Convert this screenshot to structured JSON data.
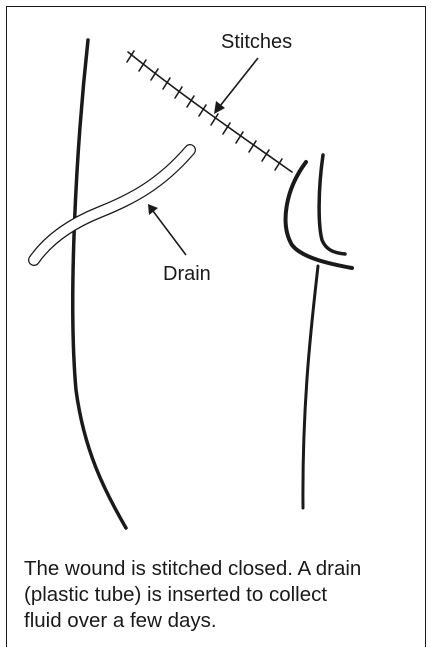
{
  "labels": {
    "stitches": "Stitches",
    "drain": "Drain"
  },
  "caption": {
    "line1": "The wound is stitched closed. A drain",
    "line2": "(plastic tube) is inserted to collect",
    "line3": "fluid over a few days."
  }
}
